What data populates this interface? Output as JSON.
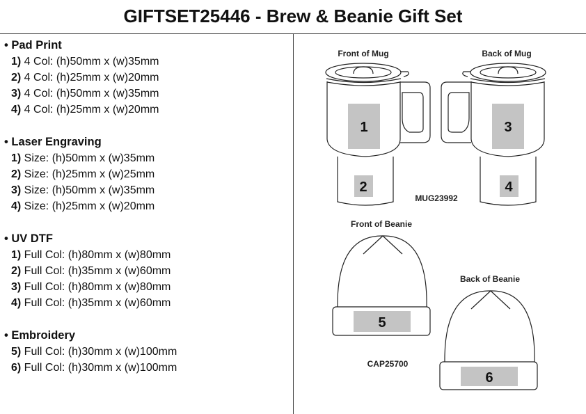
{
  "title": "GIFTSET25446 - Brew & Beanie Gift Set",
  "sections": [
    {
      "heading": "Pad Print",
      "items": [
        {
          "n": "1)",
          "t": " 4 Col: (h)50mm x (w)35mm"
        },
        {
          "n": "2)",
          "t": " 4 Col: (h)25mm x (w)20mm"
        },
        {
          "n": "3)",
          "t": " 4 Col: (h)50mm x (w)35mm"
        },
        {
          "n": "4)",
          "t": " 4 Col: (h)25mm x (w)20mm"
        }
      ]
    },
    {
      "heading": "Laser Engraving",
      "items": [
        {
          "n": "1)",
          "t": " Size: (h)50mm x (w)35mm"
        },
        {
          "n": "2)",
          "t": " Size: (h)25mm x (w)25mm"
        },
        {
          "n": "3)",
          "t": " Size: (h)50mm x (w)35mm"
        },
        {
          "n": "4)",
          "t": " Size: (h)25mm x (w)20mm"
        }
      ]
    },
    {
      "heading": "UV DTF",
      "items": [
        {
          "n": "1)",
          "t": " Full Col: (h)80mm x (w)80mm"
        },
        {
          "n": "2)",
          "t": " Full Col: (h)35mm x (w)60mm"
        },
        {
          "n": "3)",
          "t": " Full Col: (h)80mm x (w)80mm"
        },
        {
          "n": "4)",
          "t": " Full Col: (h)35mm x (w)60mm"
        }
      ]
    },
    {
      "heading": "Embroidery",
      "items": [
        {
          "n": "5)",
          "t": " Full Col: (h)30mm x (w)100mm"
        },
        {
          "n": "6)",
          "t": " Full Col: (h)30mm x (w)100mm"
        }
      ]
    }
  ],
  "diagram": {
    "front_mug": "Front of Mug",
    "back_mug": "Back of Mug",
    "mug_code": "MUG23992",
    "front_beanie": "Front of Beanie",
    "back_beanie": "Back of Beanie",
    "beanie_code": "CAP25700",
    "areas": [
      "1",
      "2",
      "3",
      "4",
      "5",
      "6"
    ],
    "area_color": "#c4c4c4"
  }
}
